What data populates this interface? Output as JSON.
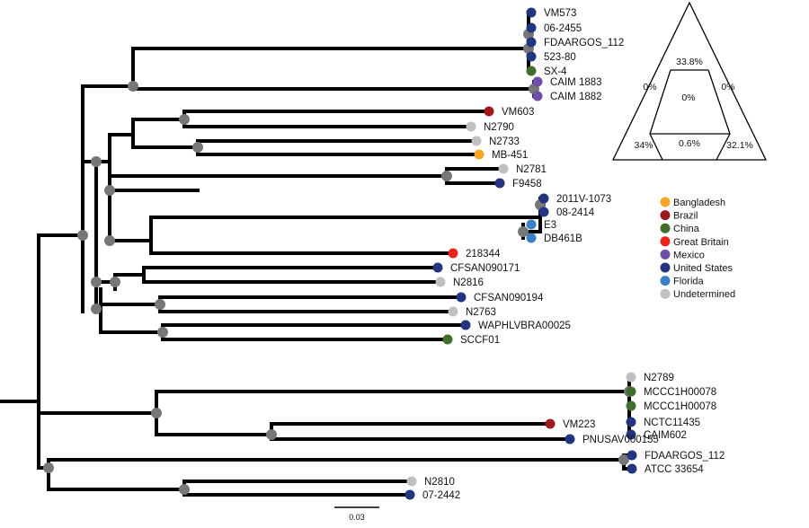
{
  "colors": {
    "internal_node": "#777777",
    "branch": "#000000"
  },
  "legend": [
    {
      "key": "Bangladesh",
      "label": "Bangladesh",
      "color": "#f5a623"
    },
    {
      "key": "Brazil",
      "label": "Brazil",
      "color": "#9b1b1b"
    },
    {
      "key": "China",
      "label": "China",
      "color": "#3f6f2a"
    },
    {
      "key": "GreatBritain",
      "label": "Great Britain",
      "color": "#e8251e"
    },
    {
      "key": "Mexico",
      "label": "Mexico",
      "color": "#6e4ea6"
    },
    {
      "key": "UnitedStates",
      "label": "United States",
      "color": "#22357e"
    },
    {
      "key": "Florida",
      "label": "Florida",
      "color": "#3b7fc4"
    },
    {
      "key": "Undetermined",
      "label": "Undetermined",
      "color": "#c0c0c0"
    }
  ],
  "tips": [
    {
      "label": "VM573",
      "origin": "UnitedStates"
    },
    {
      "label": "06-2455",
      "origin": "UnitedStates"
    },
    {
      "label": "FDAARGOS_112",
      "origin": "UnitedStates"
    },
    {
      "label": "523-80",
      "origin": "UnitedStates"
    },
    {
      "label": "SX-4",
      "origin": "China"
    },
    {
      "label": "CAIM 1883",
      "origin": "Mexico"
    },
    {
      "label": "CAIM 1882",
      "origin": "Mexico"
    },
    {
      "label": "VM603",
      "origin": "Brazil"
    },
    {
      "label": "N2790",
      "origin": "Undetermined"
    },
    {
      "label": "N2733",
      "origin": "Undetermined"
    },
    {
      "label": "MB-451",
      "origin": "Bangladesh"
    },
    {
      "label": "N2781",
      "origin": "Undetermined"
    },
    {
      "label": "F9458",
      "origin": "UnitedStates"
    },
    {
      "label": "2011V-1073",
      "origin": "UnitedStates"
    },
    {
      "label": "08-2414",
      "origin": "UnitedStates"
    },
    {
      "label": "E3",
      "origin": "Florida"
    },
    {
      "label": "DB461B",
      "origin": "Florida"
    },
    {
      "label": "218344",
      "origin": "GreatBritain"
    },
    {
      "label": "CFSAN090171",
      "origin": "UnitedStates"
    },
    {
      "label": "N2816",
      "origin": "Undetermined"
    },
    {
      "label": "CFSAN090194",
      "origin": "UnitedStates"
    },
    {
      "label": "N2763",
      "origin": "Undetermined"
    },
    {
      "label": "WAPHLVBRA00025",
      "origin": "UnitedStates"
    },
    {
      "label": "SCCF01",
      "origin": "China"
    },
    {
      "label": "N2789",
      "origin": "Undetermined"
    },
    {
      "label": "MCCC1H00078",
      "origin": "China"
    },
    {
      "label": "MCCC1H00078",
      "origin": "China"
    },
    {
      "label": "NCTC11435",
      "origin": "UnitedStates"
    },
    {
      "label": "CAIM602",
      "origin": "UnitedStates"
    },
    {
      "label": "VM223",
      "origin": "Brazil"
    },
    {
      "label": "PNUSAV000155",
      "origin": "UnitedStates"
    },
    {
      "label": "FDAARGOS_112",
      "origin": "UnitedStates"
    },
    {
      "label": "ATCC 33654",
      "origin": "UnitedStates"
    },
    {
      "label": "N2810",
      "origin": "Undetermined"
    },
    {
      "label": "07-2442",
      "origin": "UnitedStates"
    }
  ],
  "likelihood_map": {
    "top": "33.8%",
    "upper_left": "0%",
    "upper_right": "0%",
    "center": "0%",
    "bottom_left": "34%",
    "bottom_center": "0.6%",
    "bottom_right": "32.1%"
  },
  "scale_bar": {
    "label": "0.03"
  }
}
